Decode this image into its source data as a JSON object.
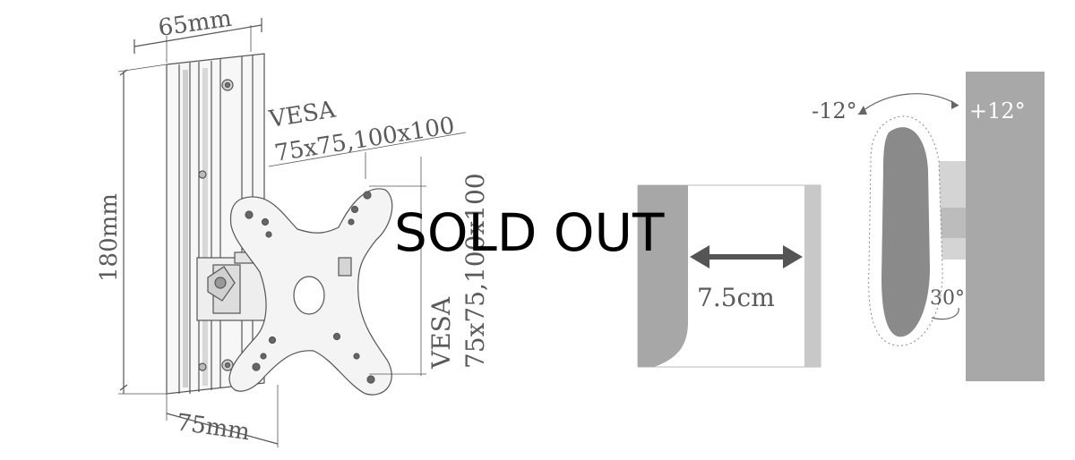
{
  "overlay": {
    "status_text": "SOLD OUT"
  },
  "front_view": {
    "width_top_label": "65mm",
    "height_label": "180mm",
    "width_bottom_label": "75mm",
    "vesa_upper_title": "VESA",
    "vesa_upper_sizes": "75x75,100x100",
    "vesa_side_title": "VESA",
    "vesa_side_sizes": "75x75,100x100"
  },
  "profile_view": {
    "gap_label": "7.5cm"
  },
  "tilt_view": {
    "tilt_down_label": "-12°",
    "tilt_up_label": "+12°",
    "swivel_label": "30°"
  },
  "colors": {
    "line": "#555555",
    "wall": "#a9a9a9",
    "panel": "#8a8a8a",
    "plate_light": "#dcdcdc",
    "overlay_text": "#000000"
  }
}
